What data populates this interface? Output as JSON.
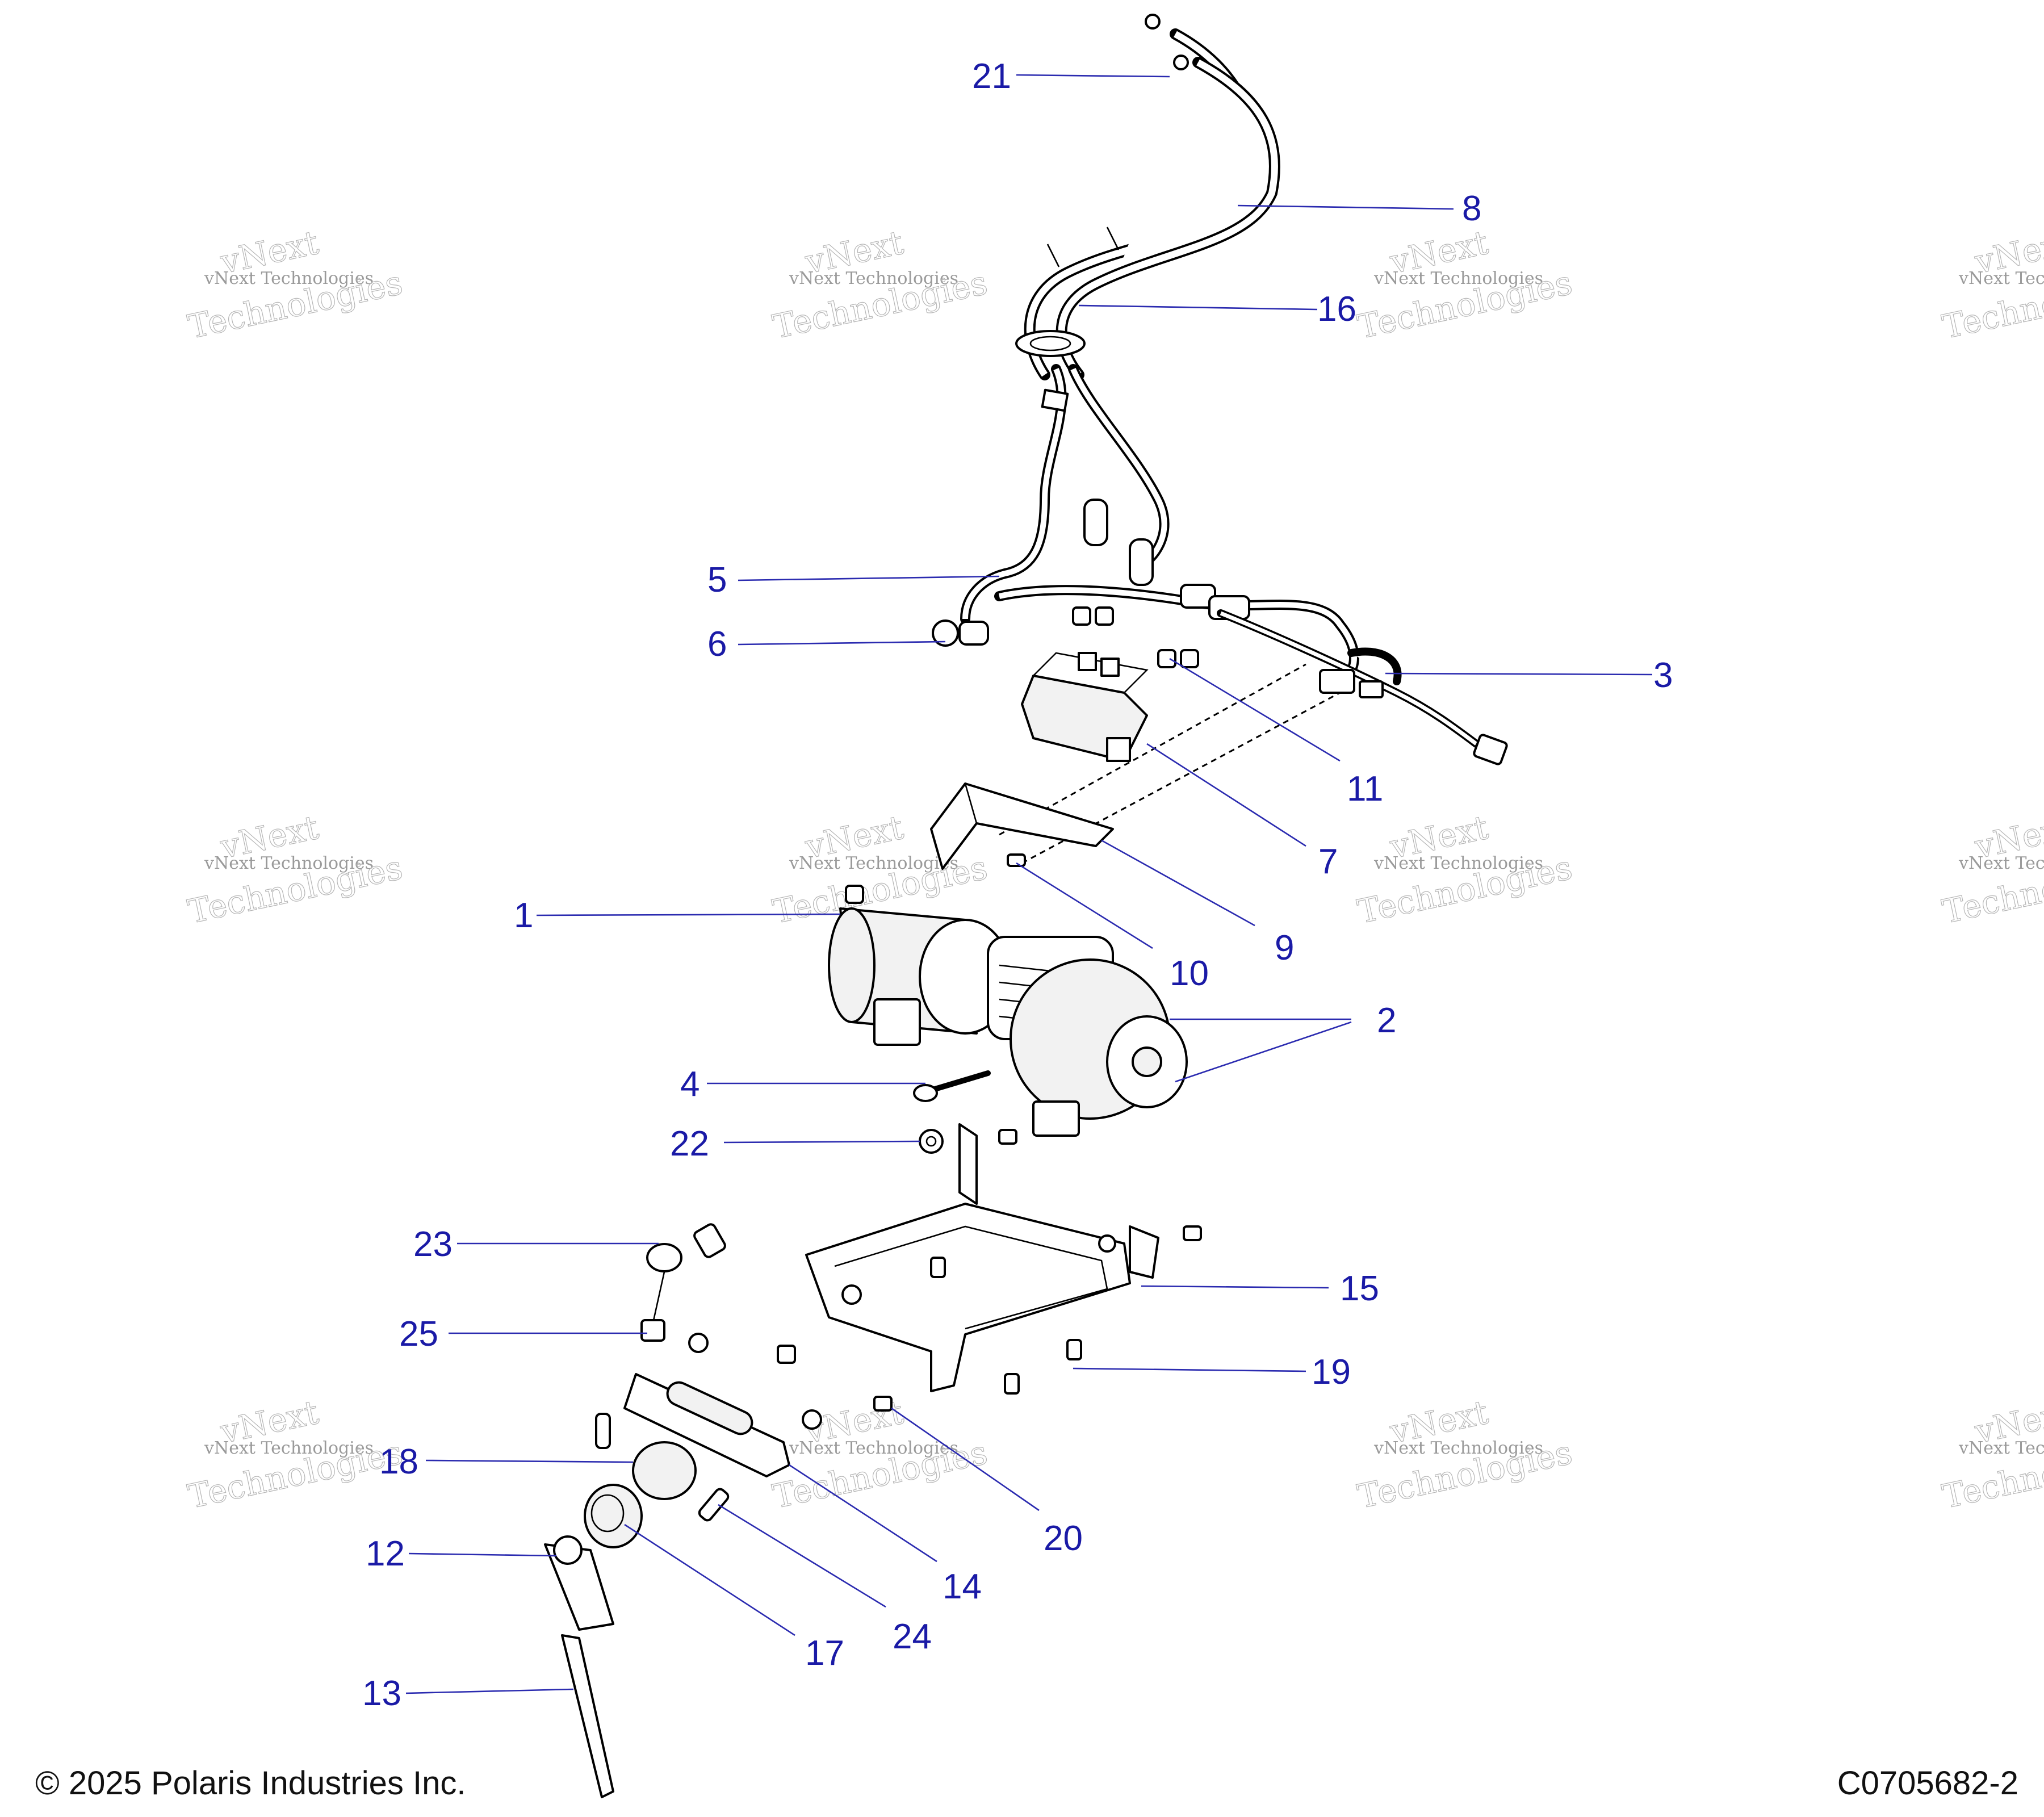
{
  "watermark": {
    "line1": "vNext",
    "line2": "vNext Technologies",
    "line3": "Technologies"
  },
  "footer": {
    "copyright": "© 2025 Polaris Industries Inc.",
    "drawing_number": "C0705682-2"
  },
  "callouts": {
    "c1": "1",
    "c2": "2",
    "c3": "3",
    "c4": "4",
    "c5": "5",
    "c6": "6",
    "c7": "7",
    "c8": "8",
    "c9": "9",
    "c10": "10",
    "c11": "11",
    "c12": "12",
    "c13": "13",
    "c14": "14",
    "c15": "15",
    "c16": "16",
    "c17": "17",
    "c18": "18",
    "c19": "19",
    "c20": "20",
    "c21": "21",
    "c22": "22",
    "c23": "23",
    "c24": "24",
    "c25": "25"
  }
}
